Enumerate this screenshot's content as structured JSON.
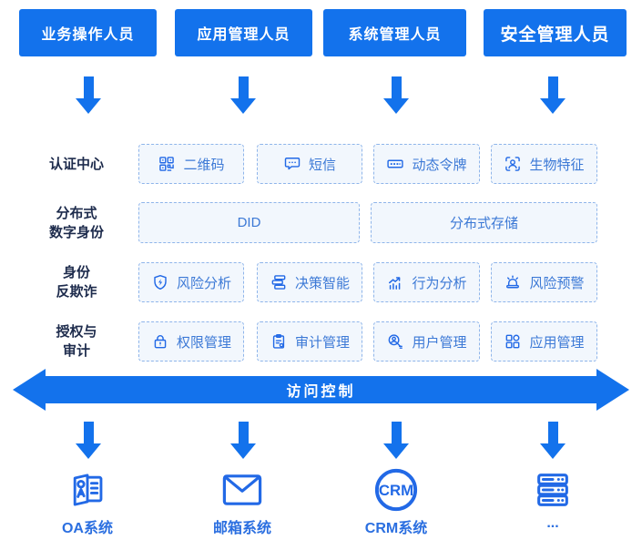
{
  "colors": {
    "primary_blue": "#1372ec",
    "node_background": "#f2f7fd",
    "node_border": "#8fb5ea",
    "node_text": "#3c79d6",
    "icon_blue": "#2269e6",
    "row_label_dark": "#1d2b4c"
  },
  "roles": [
    {
      "label": "业务操作人员"
    },
    {
      "label": "应用管理人员"
    },
    {
      "label": "系统管理人员"
    },
    {
      "label": "安全管理人员"
    }
  ],
  "rows": [
    {
      "label_lines": [
        "认证中心"
      ],
      "items": [
        {
          "icon": "qr-code-icon",
          "label": "二维码"
        },
        {
          "icon": "sms-icon",
          "label": "短信"
        },
        {
          "icon": "token-icon",
          "label": "动态令牌"
        },
        {
          "icon": "biometric-icon",
          "label": "生物特征"
        }
      ]
    },
    {
      "label_lines": [
        "分布式",
        "数字身份"
      ],
      "items": [
        {
          "label": "DID"
        },
        {
          "label": "分布式存储"
        }
      ]
    },
    {
      "label_lines": [
        "身份",
        "反欺诈"
      ],
      "items": [
        {
          "icon": "shield-lightning-icon",
          "label": "风险分析"
        },
        {
          "icon": "decision-flow-icon",
          "label": "决策智能"
        },
        {
          "icon": "trend-chart-icon",
          "label": "行为分析"
        },
        {
          "icon": "alarm-icon",
          "label": "风险预警"
        }
      ]
    },
    {
      "label_lines": [
        "授权与",
        "审计"
      ],
      "items": [
        {
          "icon": "lock-icon",
          "label": "权限管理"
        },
        {
          "icon": "clipboard-icon",
          "label": "审计管理"
        },
        {
          "icon": "user-search-icon",
          "label": "用户管理"
        },
        {
          "icon": "app-grid-icon",
          "label": "应用管理"
        }
      ]
    }
  ],
  "access_bar": {
    "label": "访问控制"
  },
  "systems": [
    {
      "icon": "oa-system-icon",
      "label": "OA系统"
    },
    {
      "icon": "mail-system-icon",
      "label": "邮箱系统"
    },
    {
      "icon": "crm-system-icon",
      "icon_text": "CRM",
      "label": "CRM系统"
    },
    {
      "icon": "server-stack-icon",
      "label": "..."
    }
  ]
}
